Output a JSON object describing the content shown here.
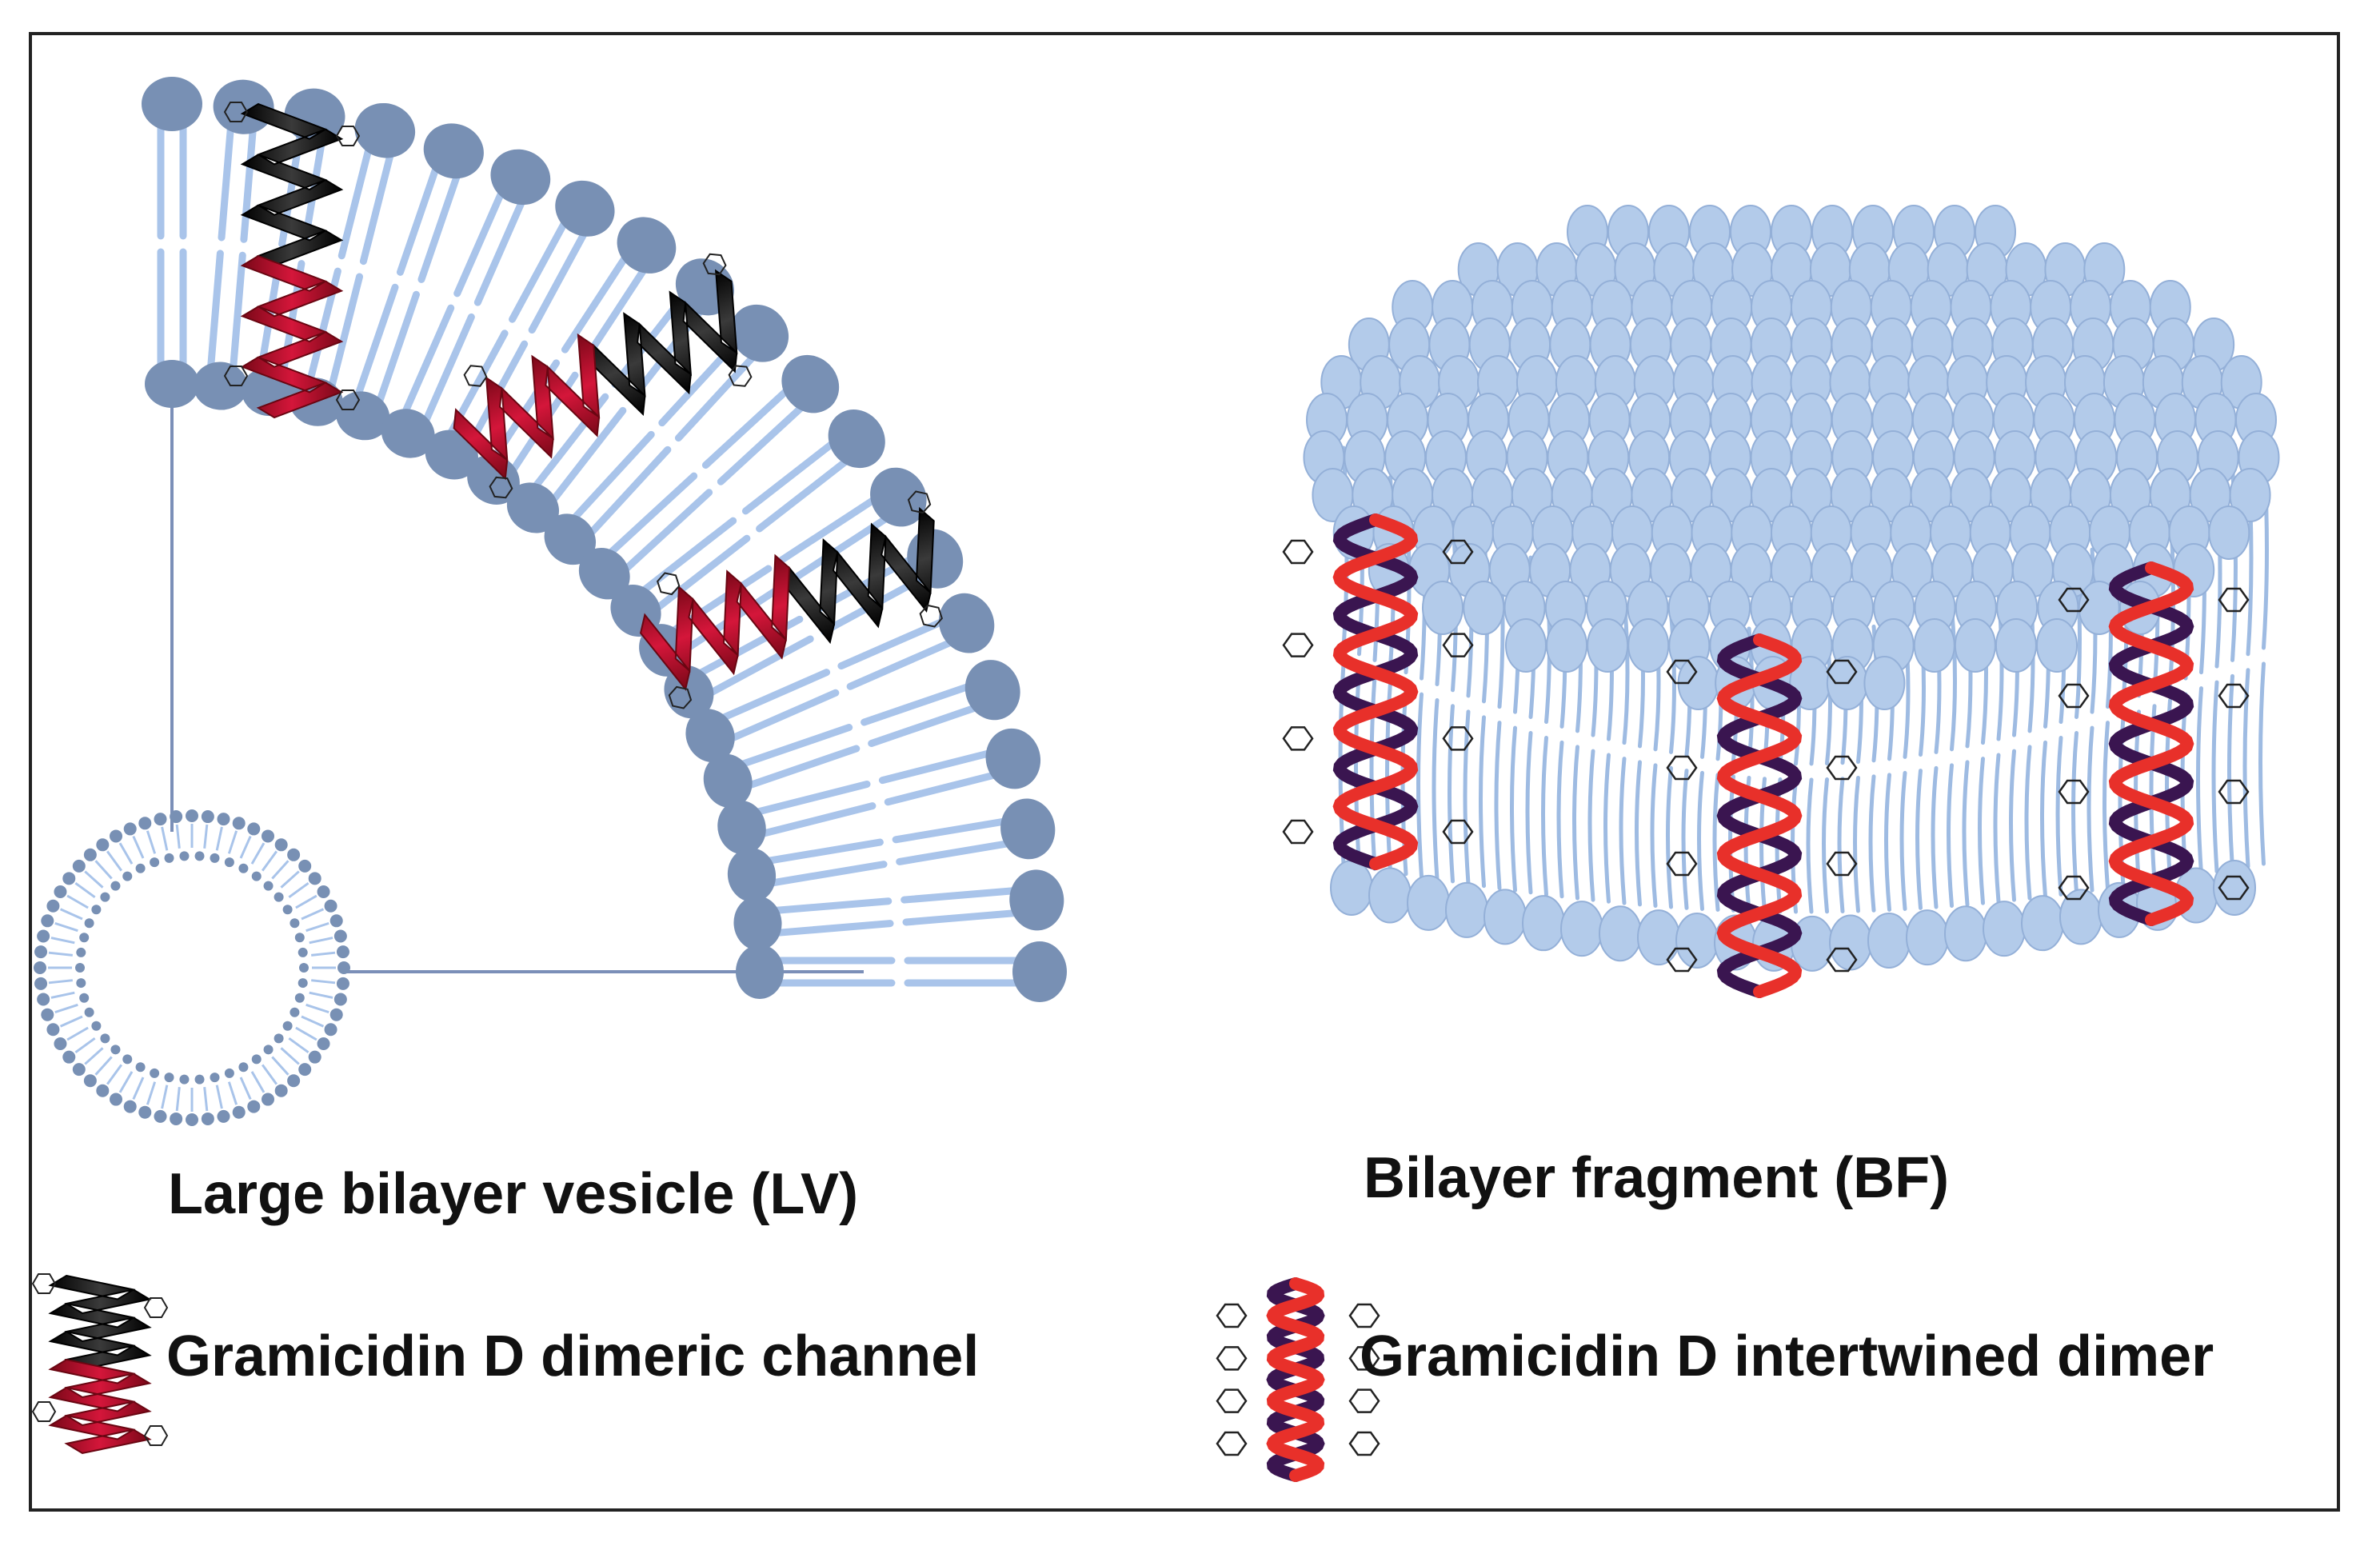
{
  "labels": {
    "lv": "Large bilayer vesicle (LV)",
    "bf": "Bilayer fragment (BF)",
    "legend_channel": "Gramicidin D dimeric channel",
    "legend_dimer": "Gramicidin D intertwined dimer"
  },
  "icons": {
    "channel": "gramicidin-dimeric-channel-icon",
    "dimer": "gramicidin-intertwined-dimer-icon",
    "vesicle": "vesicle-icon"
  },
  "colors": {
    "lipid_head_lv": "#7890b4",
    "lipid_tail_lv": "#a9c4ea",
    "lipid_head_bf": "#b3cbea",
    "lipid_tail_bf": "#9ebbe2",
    "helix_red": "#c8102e",
    "helix_black": "#111111",
    "dimer_red": "#e8302a",
    "dimer_purple": "#3a1550",
    "frame": "#222222"
  }
}
